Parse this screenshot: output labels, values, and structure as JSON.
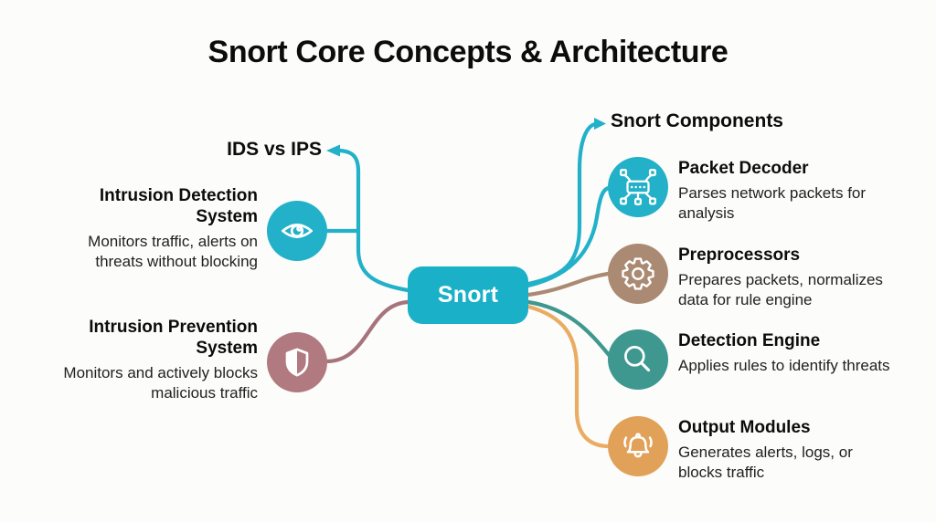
{
  "title": "Snort Core Concepts & Architecture",
  "center_node": {
    "label": "Snort"
  },
  "left_branch": {
    "header": "IDS vs IPS",
    "items": [
      {
        "heading": "Intrusion Detection System",
        "description": "Monitors traffic, alerts on threats without blocking",
        "icon": "eye-icon"
      },
      {
        "heading": "Intrusion Prevention System",
        "description": "Monitors and actively blocks malicious traffic",
        "icon": "shield-icon"
      }
    ]
  },
  "right_branch": {
    "header": "Snort Components",
    "items": [
      {
        "heading": "Packet Decoder",
        "description": "Parses network packets for analysis",
        "icon": "network-icon"
      },
      {
        "heading": "Preprocessors",
        "description": "Prepares packets, normalizes data for rule engine",
        "icon": "gear-icon"
      },
      {
        "heading": "Detection Engine",
        "description": "Applies rules to identify threats",
        "icon": "magnifier-icon"
      },
      {
        "heading": "Output Modules",
        "description": "Generates alerts, logs, or blocks traffic",
        "icon": "bell-icon"
      }
    ]
  },
  "colors": {
    "teal": "#22b1c8",
    "mauve": "#b17a80",
    "mauve_line": "#a6747c",
    "tan": "#ab8a73",
    "dark_teal": "#3f988f",
    "orange": "#e2a159",
    "orange_line": "#e9ac62",
    "node": "#19b0c8",
    "heading_text": "#0c0c0c",
    "body_text": "#212121",
    "background": "#fcfcfa"
  }
}
